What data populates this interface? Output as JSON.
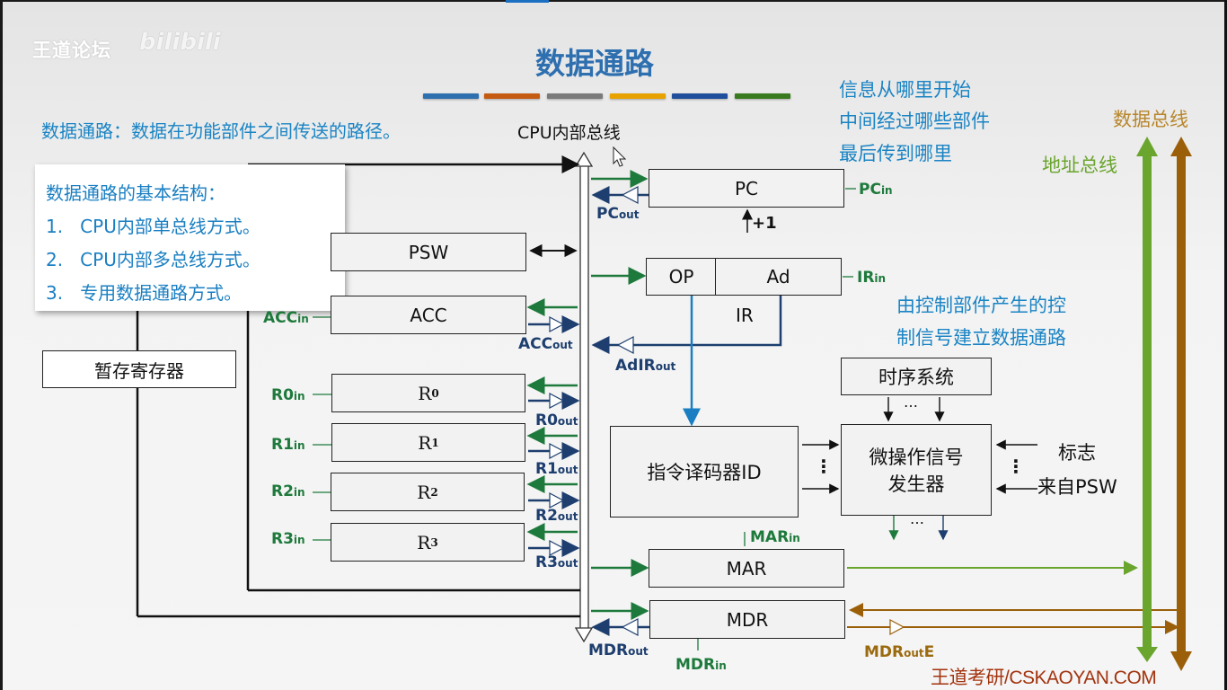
{
  "watermark": {
    "text": "王道论坛",
    "logo": "bilibili"
  },
  "slide": {
    "title": "数据通路",
    "deco_colors": [
      "#2e6fb0",
      "#c55a11",
      "#7a7a7a",
      "#e8a200",
      "#1f4e9c",
      "#3a7a1e"
    ],
    "definition": "数据通路：数据在功能部件之间传送的路径。",
    "bus_label": "CPU内部总线",
    "questions": [
      "信息从哪里开始",
      "中间经过哪些部件",
      "最后传到哪里"
    ],
    "control_note": [
      "由控制部件产生的控",
      "制信号建立数据通路"
    ],
    "data_bus_label": "数据总线",
    "address_bus_label": "地址总线",
    "footer": "王道考研/CSKAOYAN.COM"
  },
  "structure_box": {
    "heading": "数据通路的基本结构：",
    "items": [
      {
        "num": "1.",
        "text": "CPU内部单总线方式。"
      },
      {
        "num": "2.",
        "text": "CPU内部多总线方式。"
      },
      {
        "num": "3.",
        "text": "专用数据通路方式。"
      }
    ]
  },
  "registers": {
    "psw": "PSW",
    "acc": "ACC",
    "temp": "暂存寄存器",
    "r0": "R",
    "r0_sub": "0",
    "r1": "R",
    "r1_sub": "1",
    "r2": "R",
    "r2_sub": "2",
    "r3": "R",
    "r3_sub": "3",
    "pc": "PC",
    "pc_inc": "+1",
    "ir_op": "OP",
    "ir_ad": "Ad",
    "ir": "IR",
    "id": "指令译码器ID",
    "timing": "时序系统",
    "micro_gen_1": "微操作信号",
    "micro_gen_2": "发生器",
    "flags_1": "标志",
    "flags_2": "来自PSW",
    "mar": "MAR",
    "mdr": "MDR",
    "dots": "…",
    "vdots": "⋮"
  },
  "signals": {
    "acc_in": {
      "base": "ACC",
      "sub": "in"
    },
    "acc_out": {
      "base": "ACC",
      "sub": "out"
    },
    "r0_in": {
      "base": "R0",
      "sub": "in"
    },
    "r0_out": {
      "base": "R0",
      "sub": "out"
    },
    "r1_in": {
      "base": "R1",
      "sub": "in"
    },
    "r1_out": {
      "base": "R1",
      "sub": "out"
    },
    "r2_in": {
      "base": "R2",
      "sub": "in"
    },
    "r2_out": {
      "base": "R2",
      "sub": "out"
    },
    "r3_in": {
      "base": "R3",
      "sub": "in"
    },
    "r3_out": {
      "base": "R3",
      "sub": "out"
    },
    "pc_in": {
      "base": "PC",
      "sub": "in"
    },
    "pc_out": {
      "base": "PC",
      "sub": "out"
    },
    "ir_in": {
      "base": "IR",
      "sub": "in"
    },
    "adir_out": {
      "base": "AdIR",
      "sub": "out"
    },
    "mar_in": {
      "base": "MAR",
      "sub": "in"
    },
    "mdr_in": {
      "base": "MDR",
      "sub": "in"
    },
    "mdr_out": {
      "base": "MDR",
      "sub": "out"
    },
    "mdr_oute": {
      "base": "MDR",
      "sub": "out",
      "suffix": "E"
    }
  },
  "colors": {
    "title": "#2e6fb0",
    "text_blue": "#1a84c4",
    "signal_in": "#1e7a3c",
    "signal_out": "#1d3e6e",
    "address_bus": "#6aa52e",
    "data_bus": "#9b5f0a"
  }
}
